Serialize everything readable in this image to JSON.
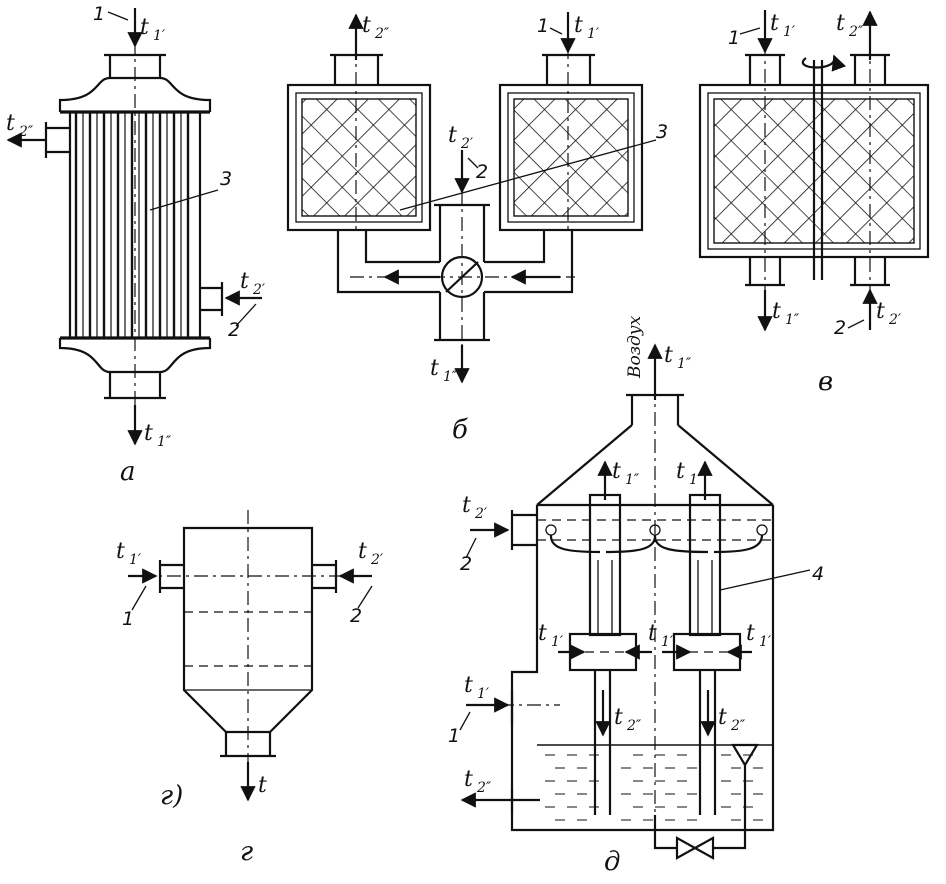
{
  "captions": {
    "a": "а",
    "b": "б",
    "v": "в",
    "g_inner": "г)",
    "g": "г",
    "d": "д"
  },
  "labels": {
    "a_in_top": "t",
    "a_out_bottom": "t",
    "a_t2_out": "t",
    "a_t2_in": "t",
    "b_t2_out": "t",
    "b_t1_in": "t",
    "b_t2_in": "t",
    "b_t1_out": "t",
    "v_t1_in": "t",
    "v_t2_out": "t",
    "v_t1_out": "t",
    "v_t2_in": "t",
    "g_t1": "t",
    "g_t2": "t",
    "g_out": "t",
    "d_t1_top1": "t",
    "d_t1_top2": "t",
    "d_t1_top3": "t",
    "d_t2_in": "t",
    "d_t1_a": "t",
    "d_t1_b": "t",
    "d_t1_c": "t",
    "d_t1_side": "t",
    "d_t2_a": "t",
    "d_t2_b": "t",
    "d_t2_out": "t"
  },
  "subs": {
    "s1p": "1′",
    "s1pp": "1″",
    "s2p": "2′",
    "s2pp": "2″"
  },
  "numbers": {
    "n1": "1",
    "n2": "2",
    "n3": "3",
    "n4": "4"
  },
  "air_label": "Воздух"
}
